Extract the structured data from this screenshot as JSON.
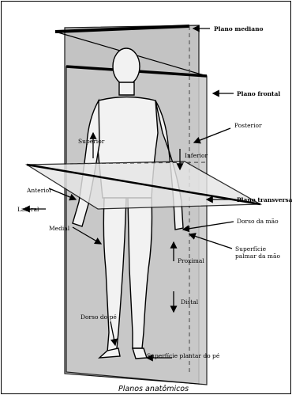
{
  "labels": {
    "plano_mediano": "Plano mediano",
    "plano_frontal": "Plano frontal",
    "posterior": "Posterior",
    "superior": "Superior",
    "inferior": "Inferior",
    "anterior": "Anterior",
    "plano_transversal": "Plano transversal",
    "lateral": "Lateral",
    "dorso_da_mao": "Dorso da mão",
    "medial": "Medial",
    "superficie_palmar_line1": "Superfície",
    "superficie_palmar_line2": "palmar da mão",
    "proximal": "Proximal",
    "distal": "Distal",
    "dorso_do_pe": "Dorso do pé",
    "superficie_plantar": "Superfície plantar do pé"
  },
  "caption": "Planos anatômicos",
  "colors": {
    "background": "#ffffff",
    "ink": "#000000",
    "plane_frontal_fill": "#c9c9c9",
    "plane_median_fill": "#bdbdbd",
    "plane_transverse_fill": "#e6e6e6"
  }
}
